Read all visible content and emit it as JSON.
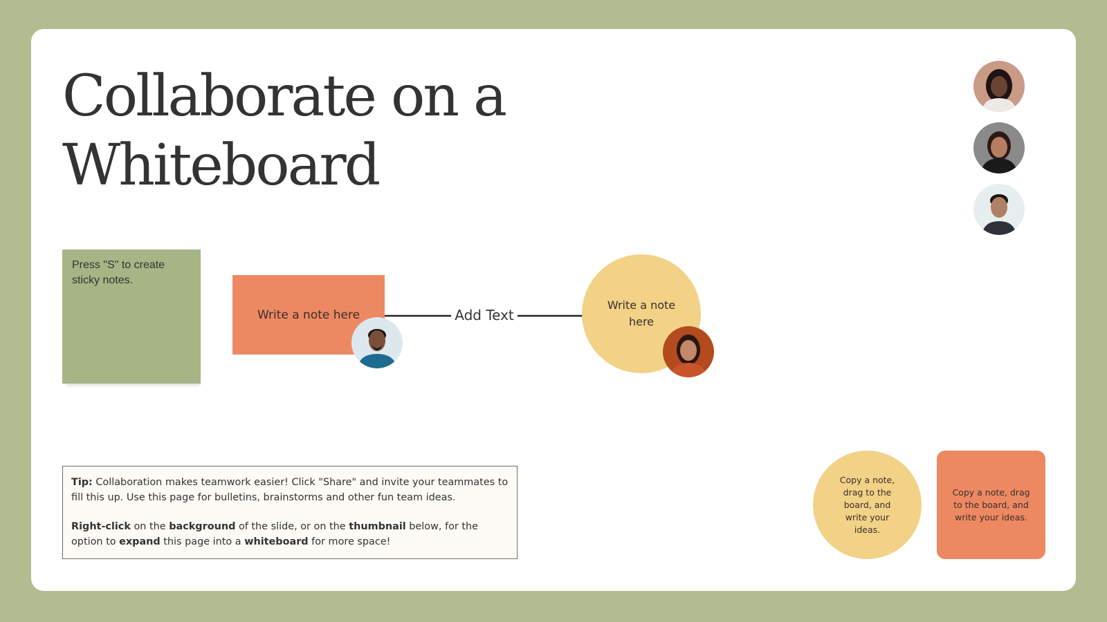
{
  "title": {
    "line1": "Collaborate on a",
    "line2": "Whiteboard"
  },
  "sticky_note": {
    "text": "Press \"S\" to create sticky notes."
  },
  "rect_note": {
    "text": "Write a note here"
  },
  "connector": {
    "label": "Add Text"
  },
  "circle_note": {
    "text": "Write a note here"
  },
  "tip": {
    "tip_label": "Tip:",
    "tip_text": " Collaboration makes teamwork easier! Click \"Share\" and invite your teammates to fill this up. Use this page for bulletins, brainstorms and other fun team ideas.",
    "right_click": "Right-click",
    "on_the": " on the ",
    "background": "background",
    "of_slide": " of the slide, or on the ",
    "thumbnail": "thumbnail",
    "below_option": " below, for the option to ",
    "expand": "expand",
    "into_a": " this page into a ",
    "whiteboard": "whiteboard",
    "more_space": " for more space!"
  },
  "copy_notes": {
    "circle_text": "Copy a note, drag to the board, and write your ideas.",
    "rect_text": "Copy a note, drag to the board, and write your ideas."
  },
  "avatars": [
    {
      "name": "collaborator-1",
      "bg": "#c99a86",
      "skin": "#6b4332",
      "hair": "#1e1412",
      "shirt": "#efe9e6"
    },
    {
      "name": "collaborator-2",
      "bg": "#8a8a8a",
      "skin": "#b77c62",
      "hair": "#2a1a16",
      "shirt": "#1a1a1a"
    },
    {
      "name": "collaborator-3",
      "bg": "#e6eef0",
      "skin": "#b08066",
      "hair": "#1a1412",
      "shirt": "#2e3236"
    },
    {
      "name": "rect-note-author",
      "bg": "#dde8ee",
      "skin": "#7a4f3a",
      "hair": "#1a1210",
      "shirt": "#1d6c8f"
    },
    {
      "name": "circle-note-author",
      "bg": "#b34b1e",
      "skin": "#c4876a",
      "hair": "#2b1612",
      "shirt": "#c8542a"
    }
  ],
  "colors": {
    "background": "#b2bc91",
    "board": "#ffffff",
    "sticky_green": "#a6b486",
    "note_orange": "#ed8962",
    "note_yellow": "#f2d286",
    "tip_bg": "#fdfbf5"
  }
}
